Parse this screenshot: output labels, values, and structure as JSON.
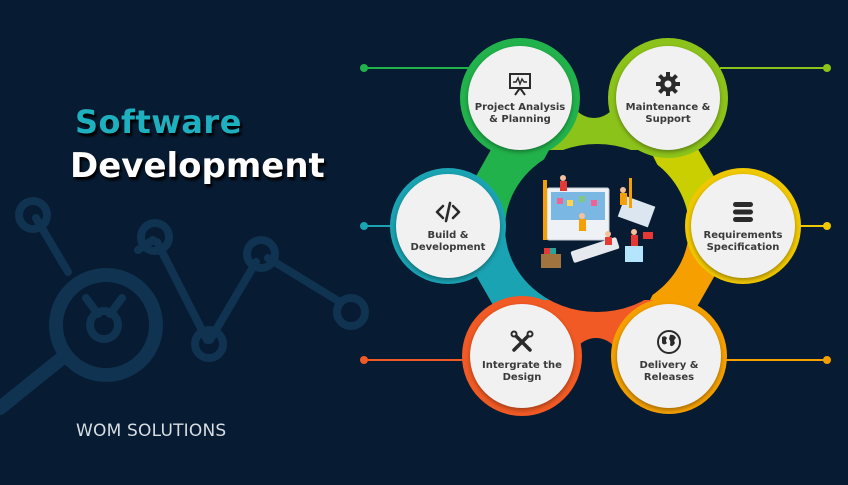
{
  "title": {
    "line1": "Software",
    "line2": "Development"
  },
  "brand": "WOM SOLUTIONS",
  "colors": {
    "background": "#071b32",
    "title_accent": "#1fb0bf",
    "green": "#22b24c",
    "lime": "#8cc31a",
    "yellow": "#f0c800",
    "orange": "#f5a000",
    "red_orange": "#f15a24",
    "teal": "#1aa3b2"
  },
  "stages": [
    {
      "id": "project-analysis",
      "label_line1": "Project Analysis",
      "label_line2": "& Planning",
      "icon": "presentation-chart-icon",
      "color": "#22b24c"
    },
    {
      "id": "maintenance",
      "label_line1": "Maintenance &",
      "label_line2": "Support",
      "icon": "gear-icon",
      "color": "#8cc31a"
    },
    {
      "id": "requirements",
      "label_line1": "Requirements",
      "label_line2": "Specification",
      "icon": "database-icon",
      "color": "#f0c800"
    },
    {
      "id": "delivery",
      "label_line1": "Delivery &",
      "label_line2": "Releases",
      "icon": "globe-icon",
      "color": "#f5a000"
    },
    {
      "id": "integrate",
      "label_line1": "Intergrate the",
      "label_line2": "Design",
      "icon": "tools-icon",
      "color": "#f15a24"
    },
    {
      "id": "build",
      "label_line1": "Build &",
      "label_line2": "Development",
      "icon": "code-icon",
      "color": "#1aa3b2"
    }
  ],
  "center_illustration": "team-building-software-illustration"
}
